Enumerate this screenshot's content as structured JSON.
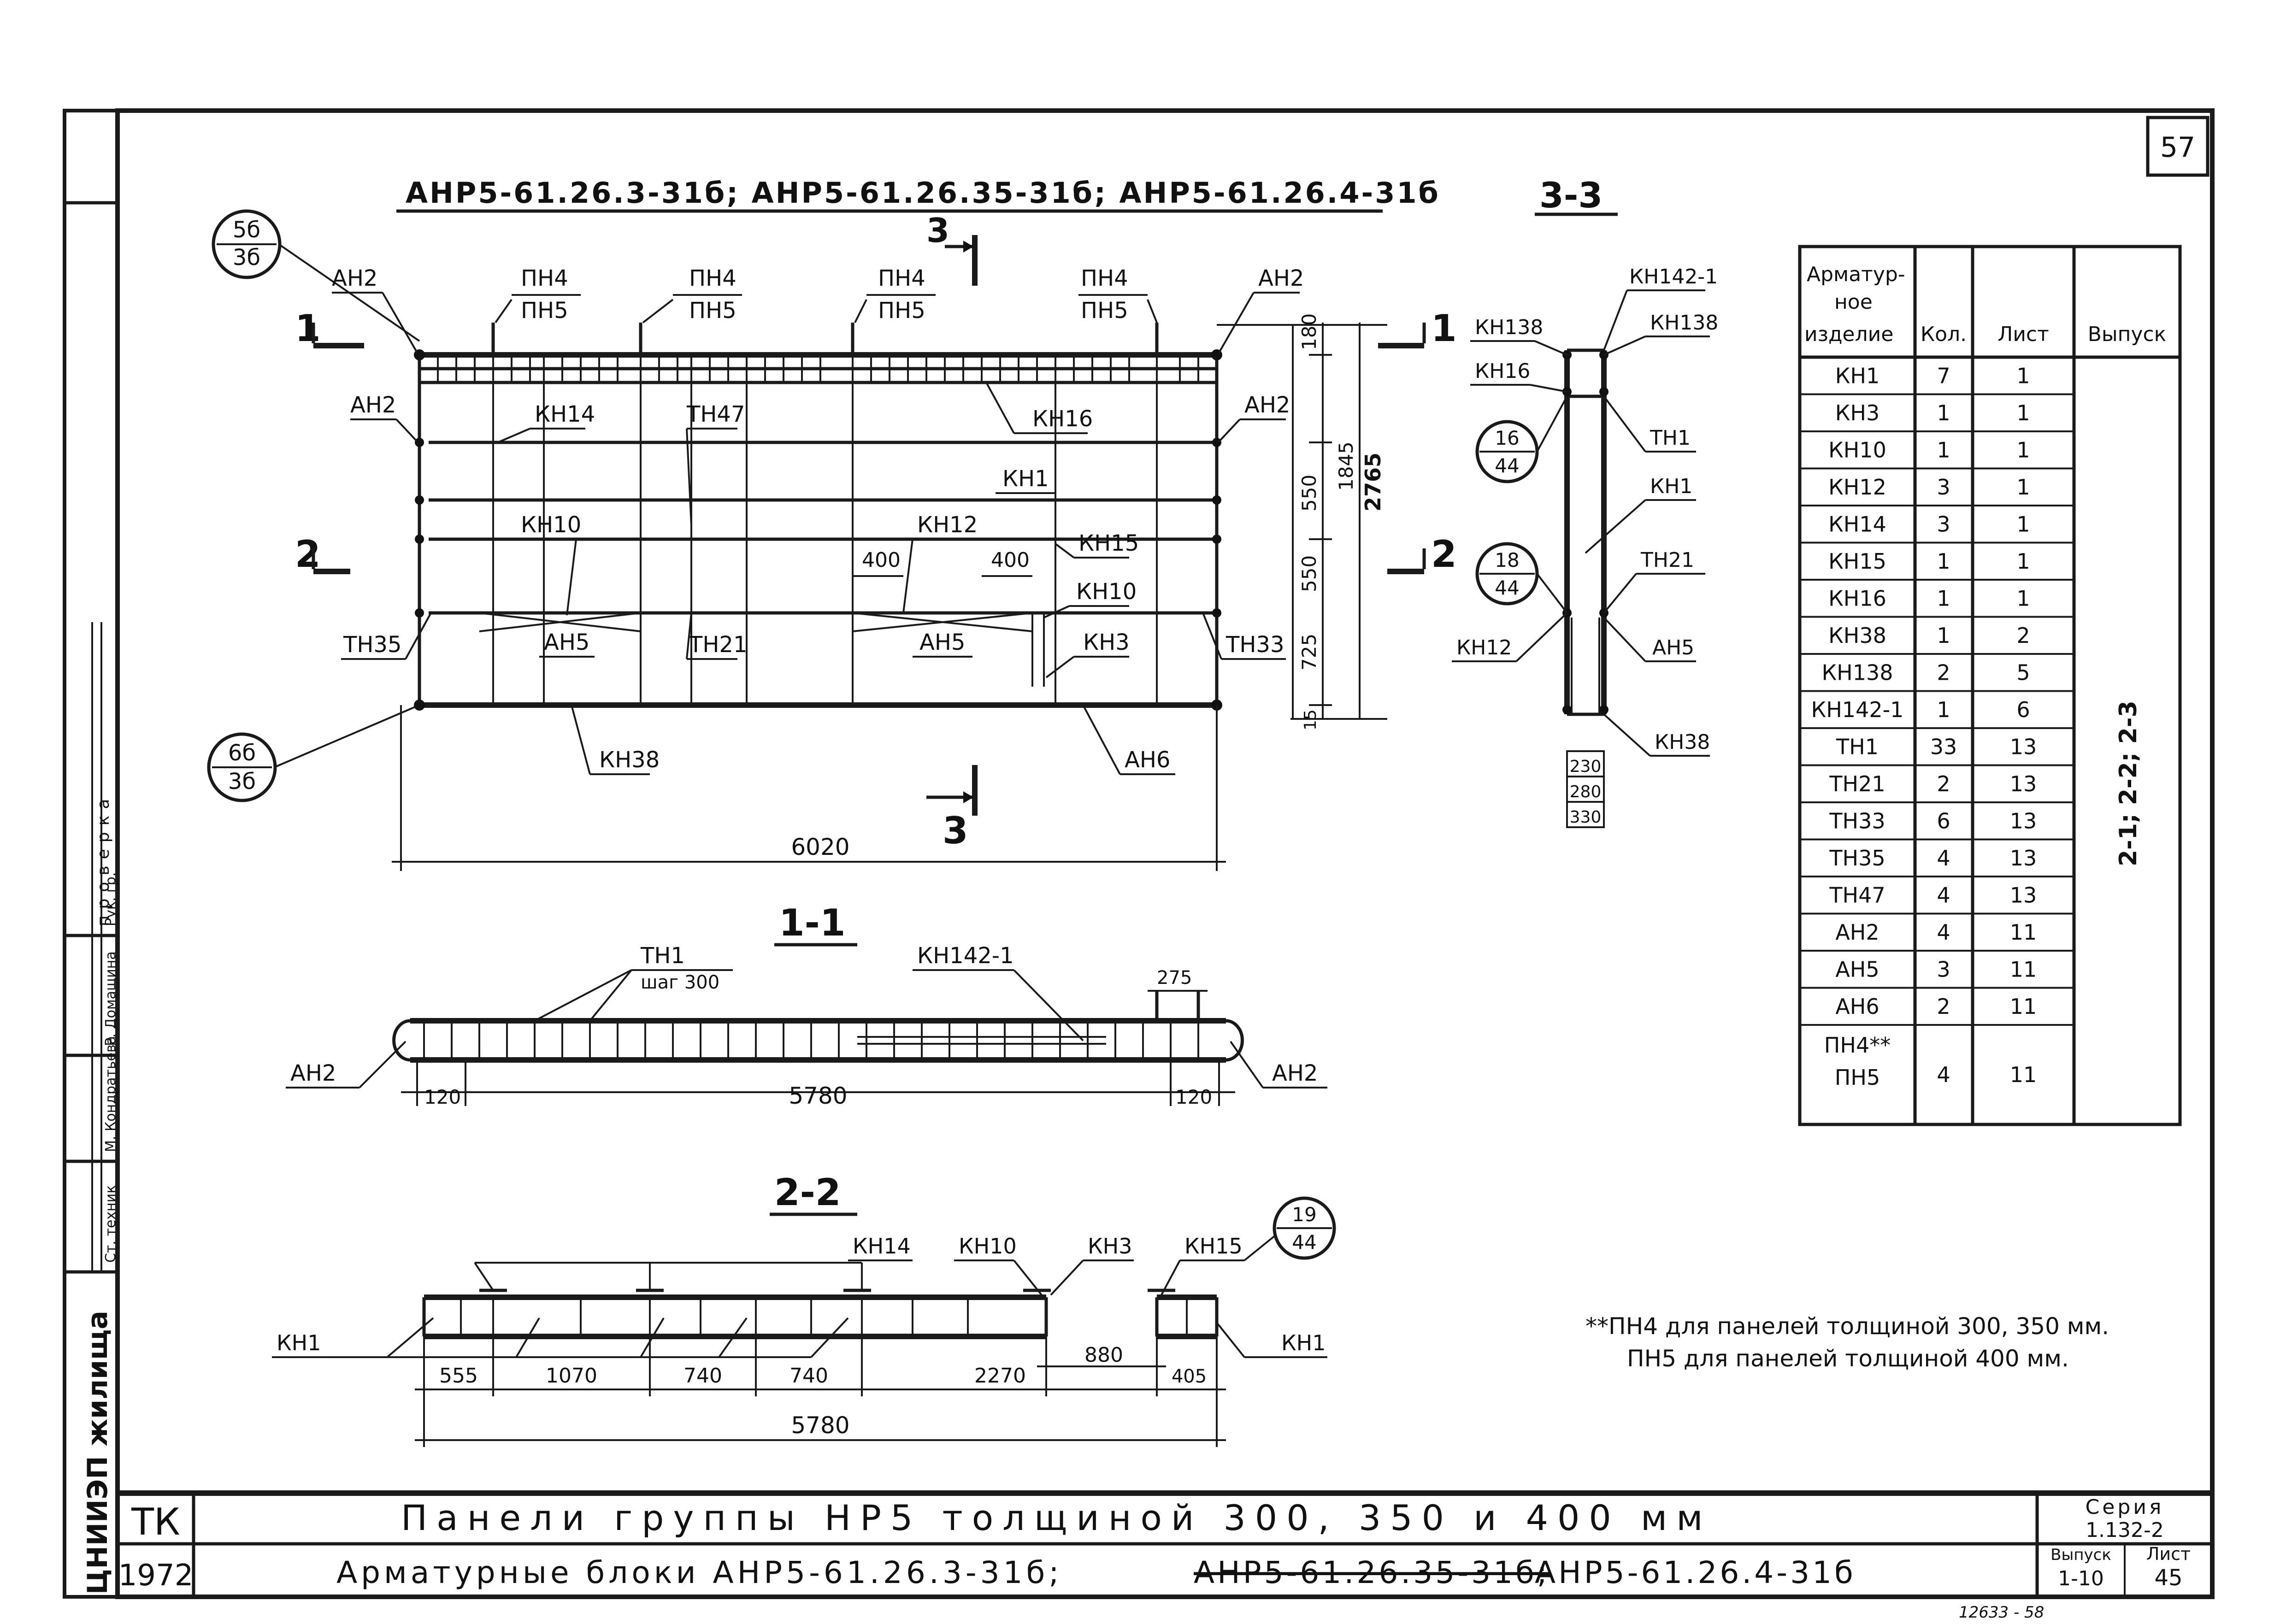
{
  "sheet": {
    "sheet_number": "57",
    "title_line1": "Панели группы НР5 толщиной 300, 350 и 400 мм",
    "title_line2_a": "Арматурные блоки АНР5-61.26.3-31б;",
    "title_line2_b": "АНР5-61.26.35-31б;",
    "title_line2_c": "АНР5-61.26.4-31б",
    "tk": "ТК",
    "year": "1972",
    "series_label": "Серия",
    "series_value": "1.132-2",
    "vypusk_label": "Выпуск",
    "vypusk_value": "1-10",
    "list_label": "Лист",
    "list_value": "45",
    "org": "ЦНИИЭП жилища",
    "stamp_check": "проверка",
    "stamp_rows": [
      "Ст. техник",
      "Рук. гр.",
      "Р. Домащина",
      "М. Кондратьева"
    ],
    "bottom_note": "12633 - 58"
  },
  "main_view": {
    "header": "АНР5-61.26.3-31б;  АНР5-61.26.35-31б;  АНР5-61.26.4-31б",
    "section_mark": "3",
    "circle_top": [
      "5б",
      "3б"
    ],
    "circle_bottom": [
      "6б",
      "3б"
    ],
    "cut_left_1": "1",
    "cut_left_2": "2",
    "cut_right_1": "1",
    "cut_right_2": "2",
    "labels": {
      "an2_tl": "АН2",
      "an2_ml": "АН2",
      "an2_tr": "АН2",
      "an2_mr": "АН2",
      "pn4_1": "ПН4",
      "pn5_1": "ПН5",
      "pn4_2": "ПН4",
      "pn5_2": "ПН5",
      "pn4_3": "ПН4",
      "pn5_3": "ПН5",
      "pn4_4": "ПН4",
      "pn5_4": "ПН5",
      "kn14": "КН14",
      "tn47": "ТН47",
      "kn16": "КН16",
      "kn1": "КН1",
      "kn10_l": "КН10",
      "kn12": "КН12",
      "kn15": "КН15",
      "kn10_r": "КН10",
      "an5_l": "АН5",
      "an5_r": "АН5",
      "kn3": "КН3",
      "tn35": "ТН35",
      "tn21": "ТН21",
      "tn33": "ТН33",
      "kn38": "КН38",
      "an6": "АН6",
      "d400a": "400",
      "d400b": "400"
    },
    "dims_right": [
      "180",
      "550",
      "550",
      "725",
      "15"
    ],
    "dim_1845": "1845",
    "dim_2765": "2765",
    "dim_6020": "6020"
  },
  "section_33": {
    "title": "3-3",
    "labels": {
      "kn142": "КН142-1",
      "kn138a": "КН138",
      "kn138b": "КН138",
      "kn16": "КН16",
      "tn1": "ТН1",
      "kn1": "КН1",
      "tn21": "ТН21",
      "kn12": "КН12",
      "an5": "АН5",
      "kn38": "КН38"
    },
    "circle_a": [
      "16",
      "44"
    ],
    "circle_b": [
      "18",
      "44"
    ],
    "dims": [
      "230",
      "280",
      "330"
    ]
  },
  "section_11": {
    "title": "1-1",
    "labels": {
      "tn1": "ТН1",
      "step": "шаг 300",
      "kn142": "КН142-1",
      "an2_l": "АН2",
      "an2_r": "АН2"
    },
    "dims": {
      "d275": "275",
      "d120a": "120",
      "d5780": "5780",
      "d120b": "120"
    }
  },
  "section_22": {
    "title": "2-2",
    "labels": {
      "kn14": "КН14",
      "kn10": "КН10",
      "kn3": "КН3",
      "kn15": "КН15",
      "kn1_l": "КН1",
      "kn1_r": "КН1"
    },
    "circle": [
      "19",
      "44"
    ],
    "dims": [
      "555",
      "1070",
      "740",
      "740",
      "2270",
      "880",
      "405",
      "5780"
    ]
  },
  "spec_table": {
    "headers": [
      "Арматур-ное изделие",
      "Кол.",
      "Лист",
      "Выпуск"
    ],
    "header_item_lines": [
      "Арматур-",
      "ное",
      "изделие"
    ],
    "rows": [
      [
        "КН1",
        "7",
        "1"
      ],
      [
        "КН3",
        "1",
        "1"
      ],
      [
        "КН10",
        "1",
        "1"
      ],
      [
        "КН12",
        "3",
        "1"
      ],
      [
        "КН14",
        "3",
        "1"
      ],
      [
        "КН15",
        "1",
        "1"
      ],
      [
        "КН16",
        "1",
        "1"
      ],
      [
        "КН38",
        "1",
        "2"
      ],
      [
        "КН138",
        "2",
        "5"
      ],
      [
        "КН142-1",
        "1",
        "6"
      ],
      [
        "ТН1",
        "33",
        "13"
      ],
      [
        "ТН21",
        "2",
        "13"
      ],
      [
        "ТН33",
        "6",
        "13"
      ],
      [
        "ТН35",
        "4",
        "13"
      ],
      [
        "ТН47",
        "4",
        "13"
      ],
      [
        "АН2",
        "4",
        "11"
      ],
      [
        "АН5",
        "3",
        "11"
      ],
      [
        "АН6",
        "2",
        "11"
      ],
      [
        "ПН4** ПН5",
        "4",
        "11"
      ]
    ],
    "vypusk_merged": "2-1; 2-2; 2-3"
  },
  "footnote": {
    "line1": "**ПН4 для панелей толщиной 300, 350 мм.",
    "line2": "ПН5 для панелей толщиной 400 мм."
  }
}
